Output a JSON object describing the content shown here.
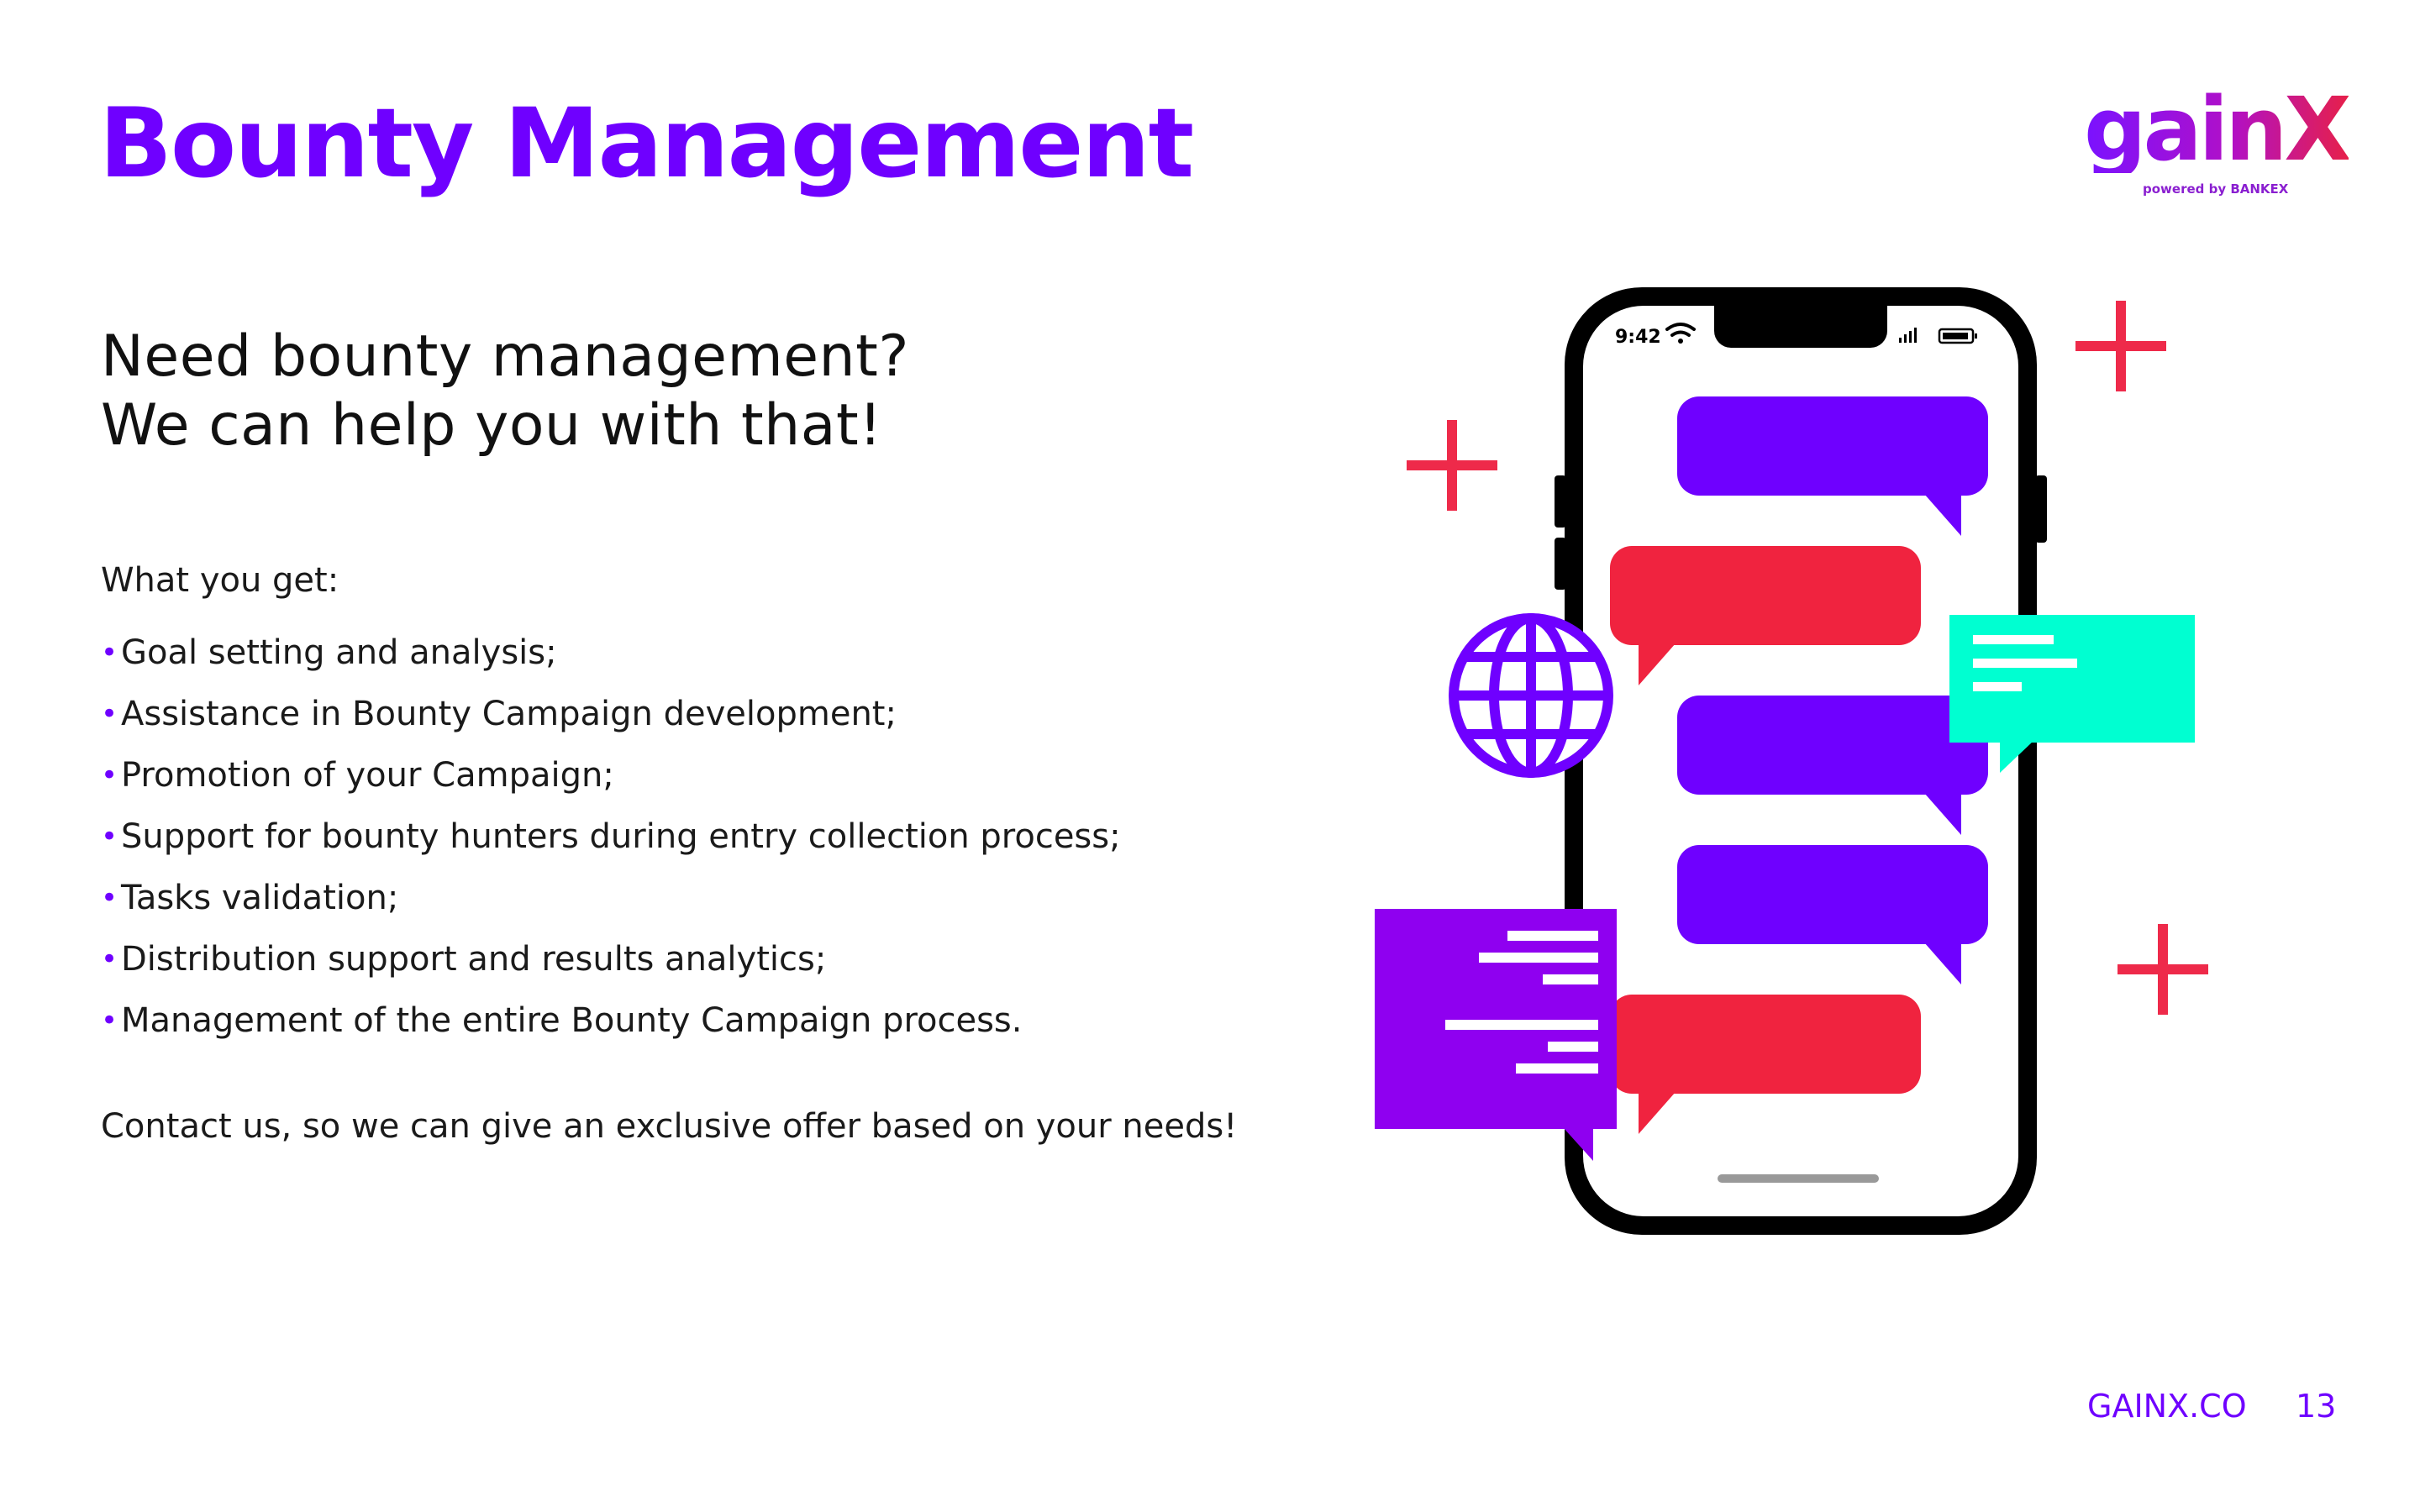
{
  "title": "Bounty Management",
  "logo": {
    "word": "gainX",
    "tagline": "powered by BANKEX"
  },
  "subtitle": {
    "line1": "Need bounty management?",
    "line2": "We can help you with that!"
  },
  "intro": "What you get:",
  "features": [
    "Goal setting and analysis;",
    "Assistance in Bounty Campaign development;",
    "Promotion of your Campaign;",
    "Support for bounty hunters during entry collection process;",
    "Tasks validation;",
    "Distribution support and results analytics;",
    "Management of the entire Bounty Campaign process."
  ],
  "bullet": "•",
  "contact": "Contact us, so we can give an exclusive offer based on your needs!",
  "footer": {
    "site": "GAINX.CO",
    "page": "13"
  },
  "phone": {
    "time": "9:42"
  },
  "icons": [
    "wifi-icon",
    "signal-icon",
    "battery-icon",
    "globe-icon",
    "plus-icon",
    "chat-bubble-icon"
  ],
  "colors": {
    "brand_purple": "#6f00ff",
    "bubble_red": "#f0233f",
    "bubble_teal": "#00ffd1",
    "bubble_violet": "#8f00f0",
    "plus_red": "#ee2a4a"
  }
}
